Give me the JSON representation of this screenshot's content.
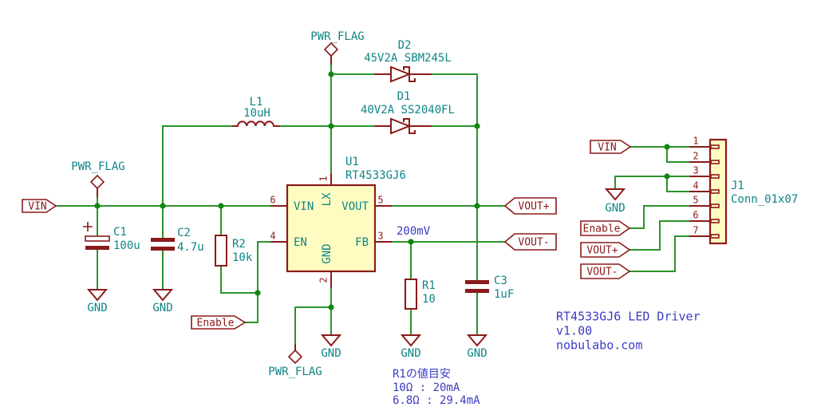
{
  "power": {
    "flag": "PWR_FLAG",
    "gnd": "GND"
  },
  "tags": {
    "vin": "VIN",
    "enable": "Enable",
    "vout_plus": "VOUT+",
    "vout_minus": "VOUT-"
  },
  "components": {
    "l1": {
      "ref": "L1",
      "value": "10uH"
    },
    "c1": {
      "ref": "C1",
      "value": "100u",
      "polarity": "+"
    },
    "c2": {
      "ref": "C2",
      "value": "4.7u"
    },
    "c3": {
      "ref": "C3",
      "value": "1uF"
    },
    "r1": {
      "ref": "R1",
      "value": "10"
    },
    "r2": {
      "ref": "R2",
      "value": "10k"
    },
    "d1": {
      "ref": "D1",
      "value": "40V2A SS2040FL"
    },
    "d2": {
      "ref": "D2",
      "value": "45V2A SBM245L"
    },
    "u1": {
      "ref": "U1",
      "value": "RT4533GJ6",
      "pins": {
        "p1": {
          "num": "1",
          "name": "LX"
        },
        "p2": {
          "num": "2",
          "name": "GND"
        },
        "p3": {
          "num": "3",
          "name": "FB"
        },
        "p4": {
          "num": "4",
          "name": "EN"
        },
        "p5": {
          "num": "5",
          "name": "VOUT"
        },
        "p6": {
          "num": "6",
          "name": "VIN"
        }
      }
    },
    "j1": {
      "ref": "J1",
      "value": "Conn_01x07",
      "pins": [
        "1",
        "2",
        "3",
        "4",
        "5",
        "6",
        "7"
      ]
    }
  },
  "annotations": {
    "fb_voltage": "200mV",
    "note": {
      "line1": "R1の値目安",
      "line2": "10Ω : 20mA",
      "line3": "6.8Ω : 29.4mA"
    },
    "title_block": {
      "title": "RT4533GJ6 LED Driver",
      "version": "v1.00",
      "site": "nobulabo.com"
    }
  },
  "colors": {
    "wire_green": "#2b932b",
    "symbol_red": "#8b1a1a",
    "field_teal": "#0e8585",
    "note_blue": "#3b3bc4",
    "body_yellow": "#fffcc2"
  }
}
